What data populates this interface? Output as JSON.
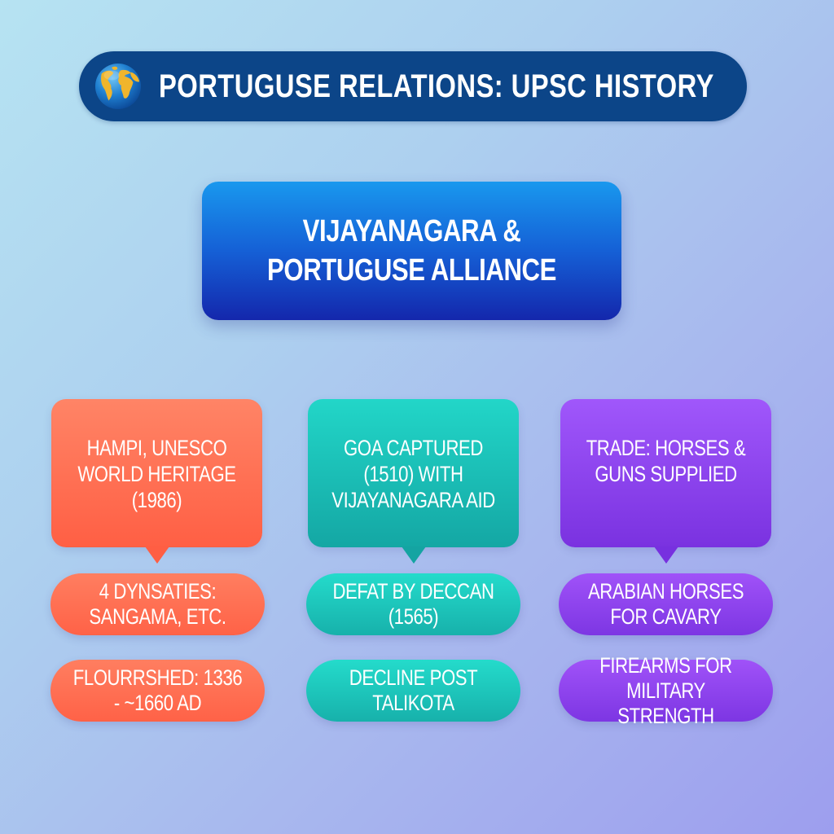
{
  "header": {
    "icon": "globe-icon",
    "title": "PORTUGUSE RELATIONS: UPSC HISTORY",
    "background_color": "#0c4588"
  },
  "main_topic": {
    "title": "VIJAYANAGARA & PORTUGUSE ALLIANCE",
    "gradient": [
      "#1998ee",
      "#1427ac"
    ]
  },
  "columns": [
    {
      "color": "#ff6a4f",
      "card": "HAMPI, UNESCO WORLD HERITAGE (1986)",
      "details": [
        "4 DYNSATIES: SANGAMA, ETC.",
        "FLOURRSHED: 1336 - ~1660 AD"
      ]
    },
    {
      "color": "#1cbfb6",
      "card": "GOA CAPTURED (1510) WITH VIJAYANAGARA AID",
      "details": [
        "DEFAT BY DECCAN (1565)",
        "DECLINE POST TALIKOTA"
      ]
    },
    {
      "color": "#8a42ec",
      "card": "TRADE: HORSES & GUNS SUPPLIED",
      "details": [
        "ARABIAN HORSES FOR CAVARY",
        "FIREARMS FOR MILITARY STRENGTH"
      ]
    }
  ],
  "background": {
    "gradient": [
      "#b6e3f2",
      "#9d9eee"
    ]
  }
}
